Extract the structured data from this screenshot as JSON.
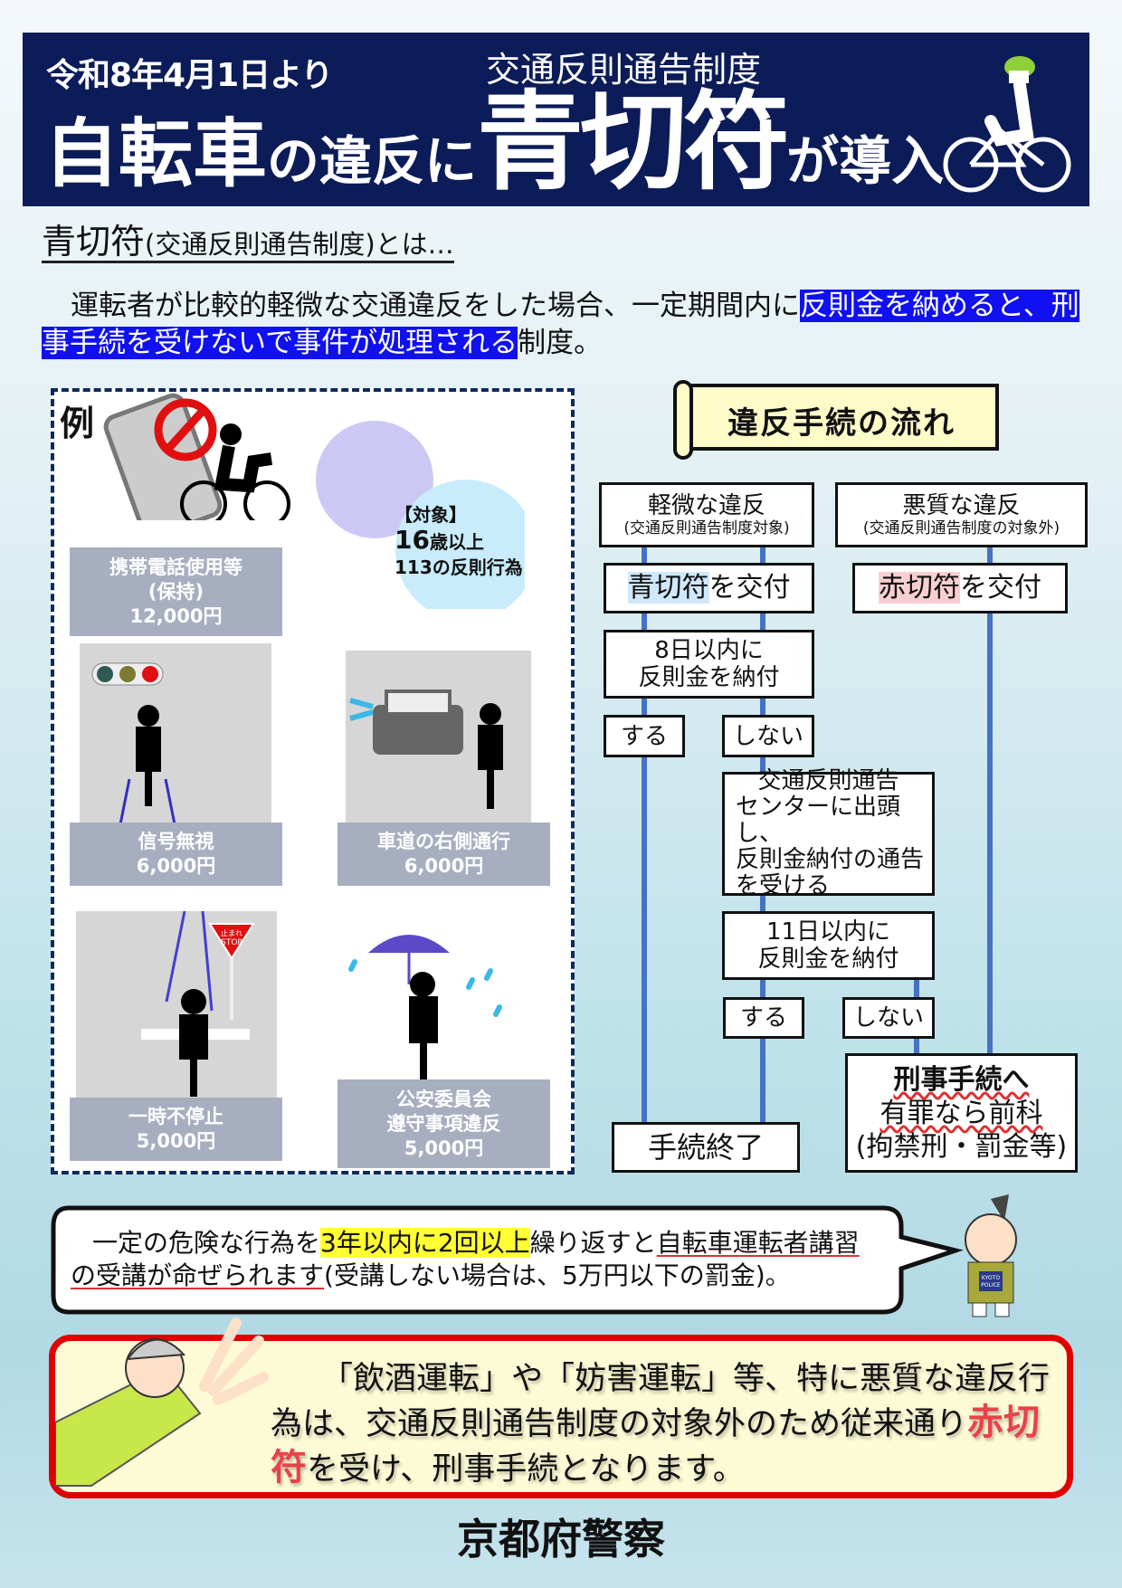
{
  "header": {
    "date": "令和8年4月1日より",
    "subtitle": "交通反則通告制度",
    "title": [
      "自転車",
      "の",
      "違反",
      "に",
      "青切符",
      "が導入"
    ],
    "bg_color": "#0c1c58"
  },
  "definition": {
    "heading_main": "青切符",
    "heading_rest": "(交通反則通告制度)とは…",
    "para_plain1": "運転者が比較的軽微な交通違反をした場合、一定期間内に",
    "para_highlight": "反則金を納めると、刑事手続を受けないで事件が処理される",
    "para_plain2": "制度。",
    "highlight_color": "#1010f0"
  },
  "examples": {
    "label": "例",
    "target": {
      "tag": "【対象】",
      "age_num": "16",
      "age_rest": "歳以上",
      "count": "113の反則行為"
    },
    "items": [
      {
        "name": "携帯電話使用等",
        "sub": "(保持)",
        "fine": "12,000円",
        "icon": "phone-cyclist-icon"
      },
      {
        "name": "信号無視",
        "fine": "6,000円",
        "icon": "traffic-light-icon"
      },
      {
        "name": "車道の右側通行",
        "fine": "6,000円",
        "icon": "car-cyclist-icon"
      },
      {
        "name": "一時不停止",
        "fine": "5,000円",
        "icon": "stop-sign-icon"
      },
      {
        "name": "公安委員会",
        "sub": "遵守事項違反",
        "fine": "5,000円",
        "icon": "umbrella-cyclist-icon"
      }
    ],
    "stop_sign": {
      "line1": "止まれ",
      "line2": "STOP"
    }
  },
  "flow": {
    "title": "違反手続の流れ",
    "minor": {
      "title": "軽微な違反",
      "sub": "(交通反則通告制度対象)"
    },
    "serious": {
      "title": "悪質な違反",
      "sub": "(交通反則通告制度の対象外)"
    },
    "blue_ticket": {
      "hl": "青切符",
      "rest": "を交付"
    },
    "red_ticket": {
      "hl": "赤切符",
      "rest": "を交付"
    },
    "pay8": {
      "l1": "8日以内に",
      "l2": "反則金を納付"
    },
    "yes": "する",
    "no": "しない",
    "center": {
      "l1": "交通反則通告",
      "l2": "センターに出頭し、",
      "l3": "反則金納付の通告",
      "l4": "を受ける"
    },
    "pay11": {
      "l1": "11日以内に",
      "l2": "反則金を納付"
    },
    "end": "手続終了",
    "criminal": {
      "l1": "刑事手続へ",
      "l2": "有罪なら前科",
      "l3": "(拘禁刑・罰金等)"
    },
    "line_color": "#4672c4"
  },
  "notice": {
    "pre": "一定の危険な行為を",
    "highlight": "3年以内に2回以上",
    "mid": "繰り返すと",
    "underlined": "自転車運転者講習の受講が命ぜられます",
    "post": "(受講しない場合は、5万円以下の罰金)。"
  },
  "mascot": {
    "badge1": "KYOTO",
    "badge2": "POLICE"
  },
  "warning": {
    "text1": "「飲酒運転」や「妨害運転」等、特に悪質な違反行為は、交通反則通告制度の対象外のため従来通り",
    "red": "赤切符",
    "text2": "を受け、刑事手続となります。",
    "border_color": "#e00000"
  },
  "footer": {
    "org": "京都府警察"
  }
}
